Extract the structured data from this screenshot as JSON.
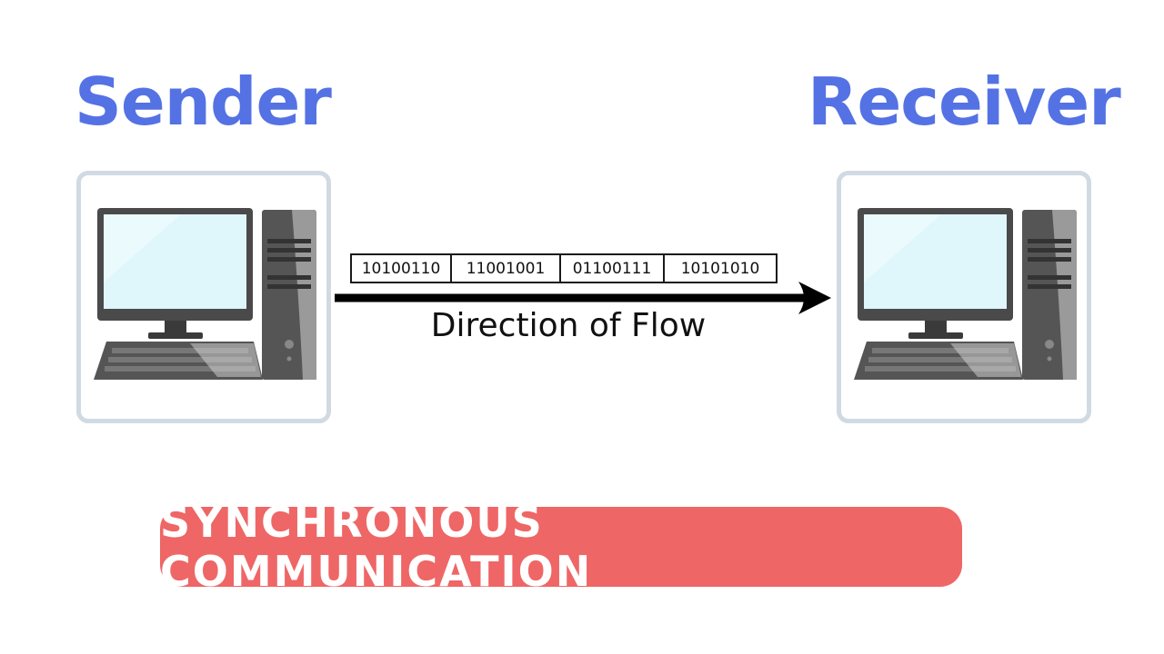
{
  "sender": {
    "title": "Sender",
    "icon": "desktop-computer-icon"
  },
  "receiver": {
    "title": "Receiver",
    "icon": "desktop-computer-icon"
  },
  "packets": [
    "10100110",
    "11001001",
    "01100111",
    "10101010"
  ],
  "flow_label": "Direction of Flow",
  "banner_label": "SYNCHRONOUS COMMUNICATION",
  "colors": {
    "heading": "#5472e4",
    "card_border": "#d1dae3",
    "banner": "#ef6666",
    "arrow": "#000000",
    "screen": "#dff6fb"
  }
}
